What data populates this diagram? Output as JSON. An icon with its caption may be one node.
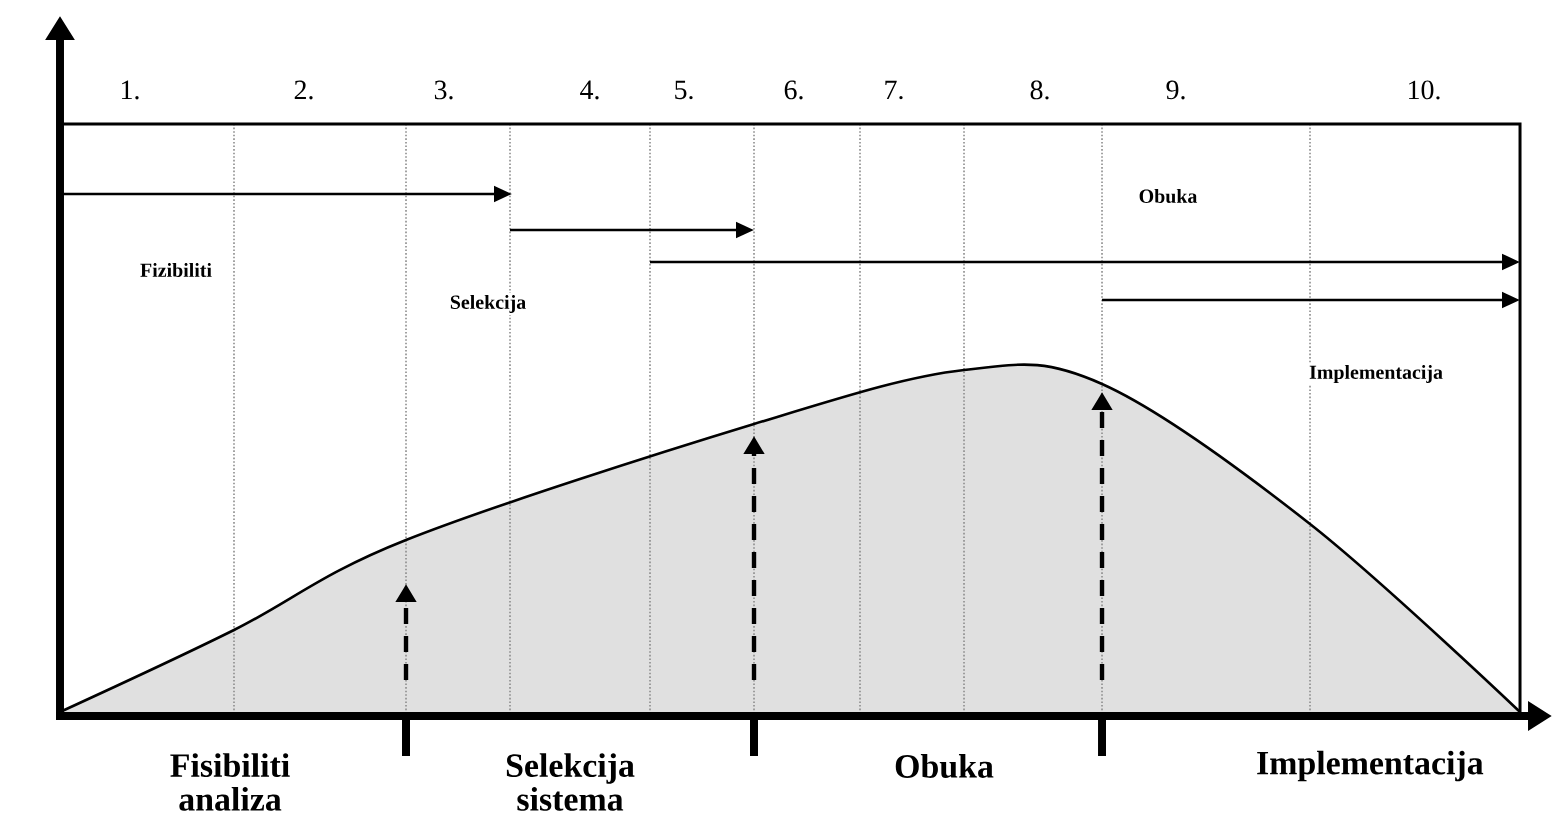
{
  "diagram": {
    "labels": [
      "1.",
      "2.",
      "3.",
      "4.",
      "5.",
      "6.",
      "7.",
      "8.",
      "9.",
      "10.",
      "Fizibiliti",
      "Selekcija",
      "Obuka",
      "Implementacija",
      "Fisibiliti analiza",
      "Selekcija sistema",
      "Obuka",
      "Implementacija"
    ]
  }
}
